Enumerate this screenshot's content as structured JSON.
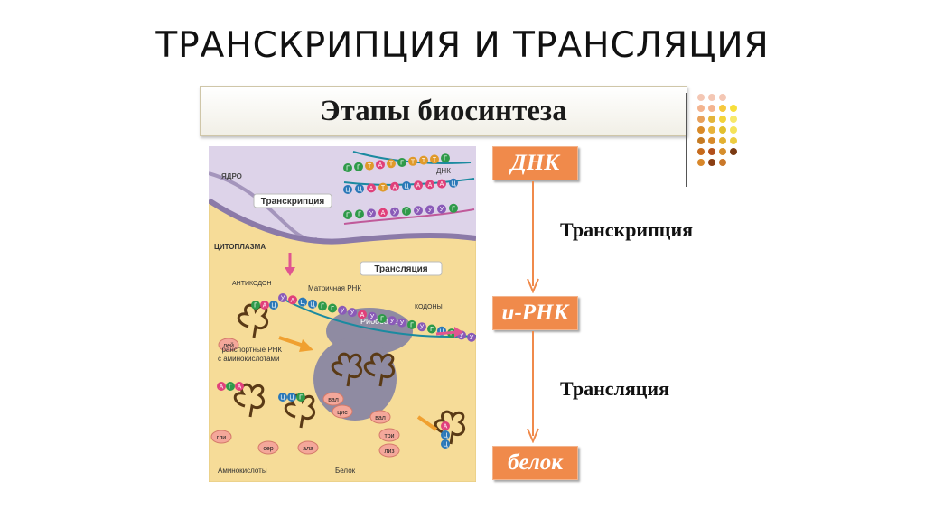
{
  "slide": {
    "title": "ТРАНСКРИПЦИЯ И ТРАНСЛЯЦИЯ",
    "banner": "Этапы биосинтеза"
  },
  "flow": {
    "boxes": [
      "ДНК",
      "и-РНК",
      "белок"
    ],
    "steps": [
      "Транскрипция",
      "Трансляция"
    ]
  },
  "diagram": {
    "labels": {
      "nucleus": "ЯДРО",
      "dna": "ДНК",
      "transcription": "Транскрипция",
      "cytoplasm": "ЦИТОПЛАЗМА",
      "translation": "Трансляция",
      "anticodon": "АНТИКОДОН",
      "mrna": "Матричная РНК",
      "codons": "КОДОНЫ",
      "ribosome": "Рибосома",
      "trna": "Транспортные РНК",
      "trna2": "с аминокислотами",
      "aminoacids": "Аминокислоты",
      "protein": "Белок"
    },
    "amino": [
      "лей",
      "вал",
      "цис",
      "вал",
      "три",
      "лиз",
      "гли",
      "сер",
      "ала"
    ],
    "dna_top": [
      "Г",
      "Г",
      "Т",
      "А",
      "Т",
      "Г",
      "Т",
      "Т",
      "Т",
      "Г"
    ],
    "dna_mid": [
      "Ц",
      "Ц",
      "А",
      "Т",
      "А",
      "Ц",
      "А",
      "А",
      "А",
      "Ц"
    ],
    "rna_strand": [
      "Г",
      "Г",
      "У",
      "А",
      "У",
      "Г",
      "У",
      "У",
      "У",
      "Г"
    ],
    "mrna": [
      "У",
      "А",
      "Ц",
      "Ц",
      "Г",
      "Г",
      "У",
      "У",
      "А",
      "У",
      "Г",
      "У",
      "У",
      "Г",
      "У",
      "Г",
      "Ц",
      "Г",
      "У",
      "У"
    ],
    "anticodon_letters": [
      "Г",
      "А",
      "Ц"
    ],
    "trna_left": [
      "А",
      "Г",
      "А"
    ],
    "trna_mid": [
      "Ц",
      "Ц",
      "Г"
    ],
    "trna_right": [
      "А",
      "Ц",
      "Ц"
    ]
  },
  "colors": {
    "box": "#f08a4b",
    "cytoplasm": "#f6dc98",
    "nucleus": "#ddd3e9",
    "ribosome": "#8f8ba2"
  }
}
